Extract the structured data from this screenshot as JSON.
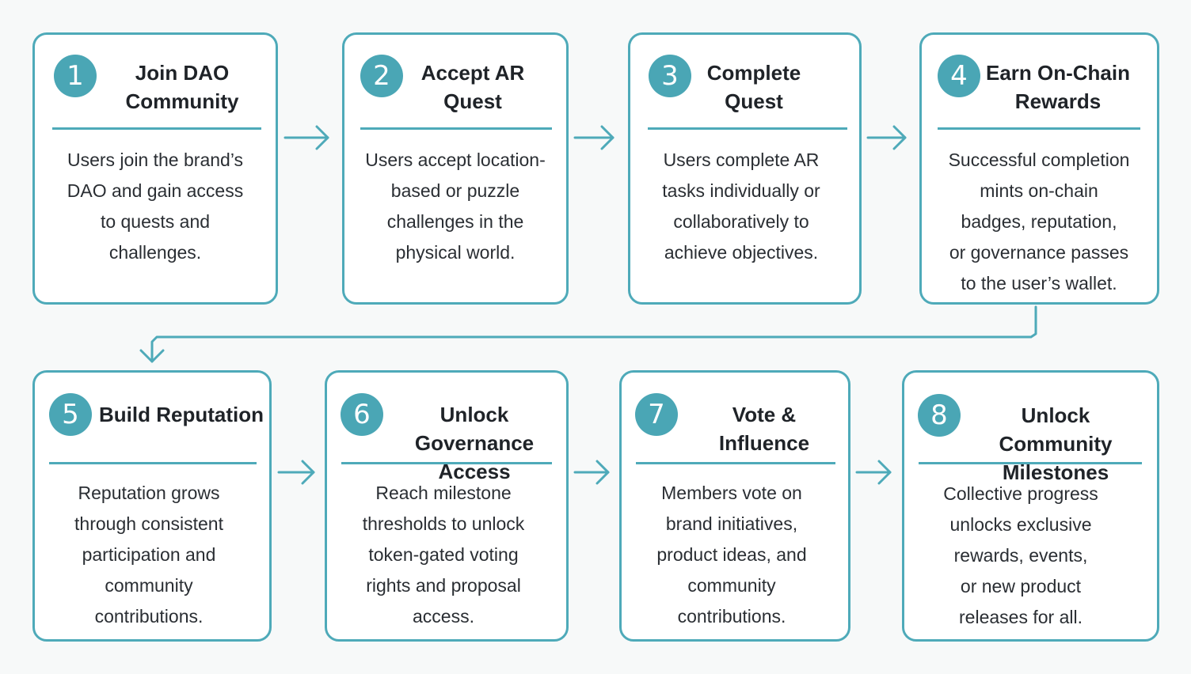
{
  "colors": {
    "accent": "#4eaab9",
    "badge": "#4aa6b5",
    "background": "#f7f9f9",
    "card": "#ffffff",
    "text": "#1f2328"
  },
  "steps": [
    {
      "number": "1",
      "title_lines": [
        "Join DAO",
        "Community"
      ],
      "desc_lines": [
        "Users join the brand’s",
        "DAO and gain access",
        "to quests and",
        "challenges."
      ]
    },
    {
      "number": "2",
      "title_lines": [
        "Accept AR",
        "Quest"
      ],
      "desc_lines": [
        "Users accept location-",
        "based or puzzle",
        "challenges in the",
        "physical world."
      ]
    },
    {
      "number": "3",
      "title_lines": [
        "Complete",
        "Quest"
      ],
      "desc_lines": [
        "Users complete AR",
        "tasks individually or",
        "collaboratively to",
        "achieve objectives."
      ]
    },
    {
      "number": "4",
      "title_lines": [
        "Earn On-Chain",
        "Rewards"
      ],
      "desc_lines": [
        "Successful completion",
        "mints on-chain",
        "badges, reputation,",
        "or governance passes",
        "to the user’s wallet."
      ]
    },
    {
      "number": "5",
      "title_lines": [
        "Build Reputation"
      ],
      "desc_lines": [
        "Reputation grows",
        "through consistent",
        "participation and",
        "community",
        "contributions."
      ]
    },
    {
      "number": "6",
      "title_lines": [
        "Unlock Governance",
        "Access"
      ],
      "desc_lines": [
        "Reach milestone",
        "thresholds to unlock",
        "token-gated voting",
        "rights and proposal",
        "access."
      ]
    },
    {
      "number": "7",
      "title_lines": [
        "Vote & Influence"
      ],
      "desc_lines": [
        "Members vote on",
        "brand initiatives,",
        "product ideas, and",
        "community",
        "contributions."
      ]
    },
    {
      "number": "8",
      "title_lines": [
        "Unlock Community",
        "Milestones"
      ],
      "desc_lines": [
        "Collective progress",
        "unlocks exclusive",
        "rewards, events,",
        "or new product",
        "releases for all."
      ]
    }
  ]
}
